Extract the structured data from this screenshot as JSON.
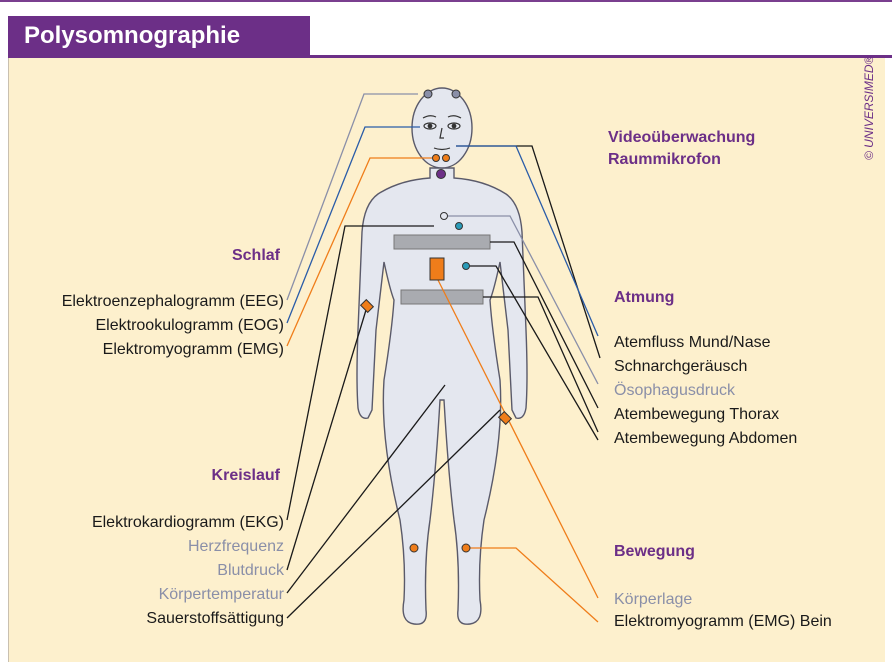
{
  "title": "Polysomnographie",
  "copyright": "© UNIVERSIMED®",
  "groups": {
    "schlaf": {
      "header": "Schlaf",
      "items": [
        "Elektroenzephalogramm (EEG)",
        "Elektrookulogramm (EOG)",
        "Elektromyogramm (EMG)"
      ]
    },
    "kreislauf": {
      "header": "Kreislauf",
      "items": [
        "Elektrokardiogramm (EKG)",
        "Herzfrequenz",
        "Blutdruck",
        "Körpertemperatur",
        "Sauerstoffsättigung"
      ]
    },
    "video": {
      "header1": "Videoüberwachung",
      "header2": "Raummikrofon"
    },
    "atmung": {
      "header": "Atmung",
      "items": [
        "Atemfluss Mund/Nase",
        "Schnarchgeräusch",
        "Ösophagusdruck",
        "Atembewegung Thorax",
        "Atembewegung Abdomen"
      ]
    },
    "bewegung": {
      "header": "Bewegung",
      "items": [
        "Körperlage",
        "Elektromyogramm (EMG) Bein"
      ]
    }
  },
  "colors": {
    "purple": "#6c2f87",
    "background": "#fdf0cd",
    "body": "#e4e7ef",
    "blue_line": "#2a5ca8",
    "orange_line": "#ef7d1a",
    "grey_line": "#8a8fa8",
    "black_line": "#1a1a1a",
    "belt": "#a9abb0"
  }
}
